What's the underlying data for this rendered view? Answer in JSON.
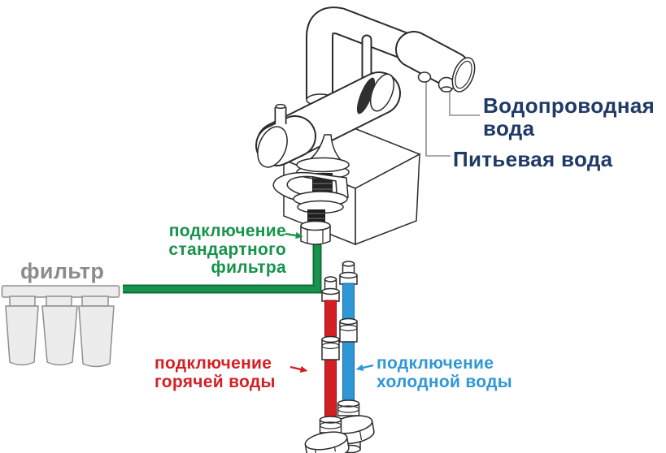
{
  "labels": {
    "tap_water": {
      "line1": "Водопроводная",
      "line2": "вода"
    },
    "drinking_water": {
      "text": "Питьевая вода"
    },
    "filter_connection": {
      "line1": "подключение",
      "line2": "стандартного",
      "line3": "фильтра"
    },
    "filter": {
      "text": "фильтр"
    },
    "hot_water": {
      "line1": "подключение",
      "line2": "горячей воды"
    },
    "cold_water": {
      "line1": "подключение",
      "line2": "холодной воды"
    }
  },
  "colors": {
    "line": "#2b2b2b",
    "navy": "#203a66",
    "green": "#17934b",
    "green_dark": "#0c6f37",
    "red": "#d41f24",
    "red_dark": "#8c1114",
    "blue": "#2f97d6",
    "blue_dark": "#1464a0",
    "gray_text": "#8c8c8c",
    "leader": "#8b8f9a",
    "fill_light": "#ececec",
    "fill_stroke": "#8f8f8f"
  }
}
